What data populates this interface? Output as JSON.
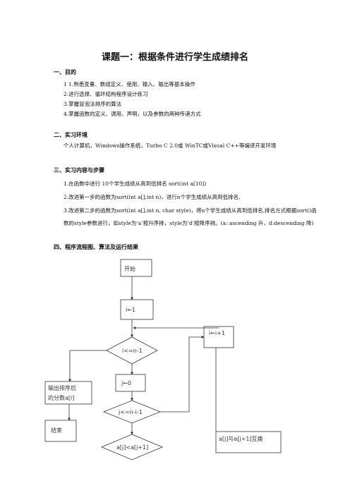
{
  "title": "课题一：根据条件进行学生成绩排名",
  "sections": {
    "s1": {
      "heading": "一、目的",
      "items": [
        "1 1.熟悉变量、数组定义、使用、输入、输出等基本操作",
        "2.进行选择、循环结构程序设计练习",
        "3.掌握冒泡法排序的算法",
        "4.掌握函数的定义、调用、声明，以及参数的两种传递方式"
      ]
    },
    "s2": {
      "heading": "二、实习环境",
      "text": "个人计算机，Windows操作系统，Turbo C 2.0或 WinTC或Visual C++等编译开发环境"
    },
    "s3": {
      "heading": "三、实习内容与步骤",
      "item1": "1.在函数中进行 10个学生成绩从高到低排名 sort(int a[10])",
      "item2": "2.改进第一步的函数为sort(int a[],int n)，进行n个学生成绩从高到低排名,",
      "item3": "3.改进第二步的函数为sort(int a[],int n, char style)，将n个学生成绩从高到低排名,排名方式根据sort()函数的style参数进行，如style为‘a’按升序排，style为’d’按降序排。(a: ascending 升，d:descending 降)"
    },
    "s4": {
      "heading": "四、程序流程图、算法及运行结果"
    }
  },
  "flowchart": {
    "start": "开始",
    "init_i": "i←1",
    "inc_i": "i←i+1",
    "cond_i": "i<=n-1",
    "output_line1": "输出排序后",
    "output_line2": "的分数a[i]",
    "init_j": "j←0",
    "cond_j": "j<=n-i-1",
    "end": "结束",
    "cond_cmp": "a[j]<a[j+1]",
    "swap": "a[j]与a[j+1]互换"
  }
}
